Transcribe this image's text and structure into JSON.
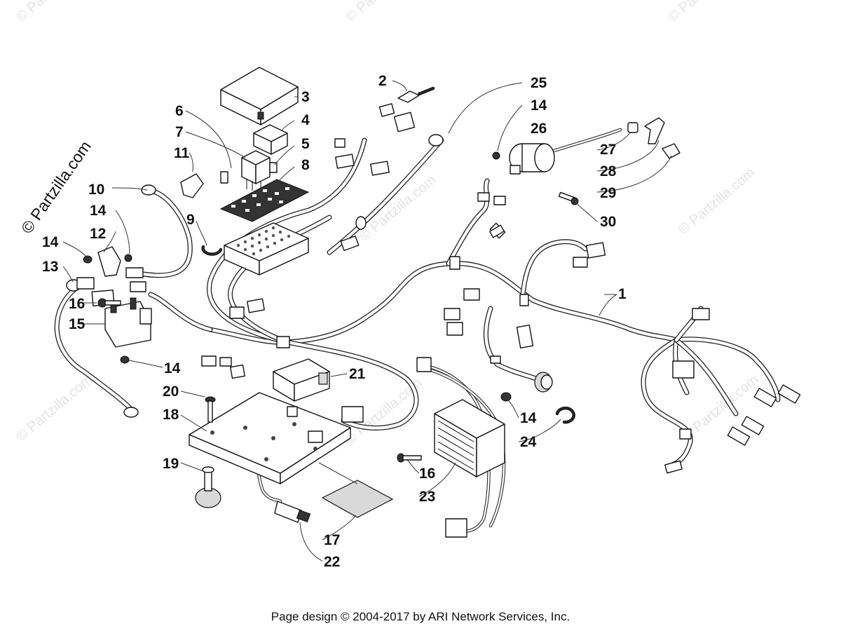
{
  "watermark": "© Partzilla.com",
  "footer": "Page design © 2004-2017 by ARI Network Services, Inc.",
  "callouts": {
    "c1": "1",
    "c2": "2",
    "c3": "3",
    "c4": "4",
    "c5": "5",
    "c6": "6",
    "c7": "7",
    "c8": "8",
    "c9": "9",
    "c10": "10",
    "c11": "11",
    "c12": "12",
    "c13": "13",
    "c14a": "14",
    "c14b": "14",
    "c14c": "14",
    "c14d": "14",
    "c14e": "14",
    "c15": "15",
    "c16a": "16",
    "c16b": "16",
    "c17": "17",
    "c18": "18",
    "c19": "19",
    "c20": "20",
    "c21": "21",
    "c22": "22",
    "c23": "23",
    "c24": "24",
    "c25": "25",
    "c26": "26",
    "c27": "27",
    "c28": "28",
    "c29": "29",
    "c30": "30"
  }
}
